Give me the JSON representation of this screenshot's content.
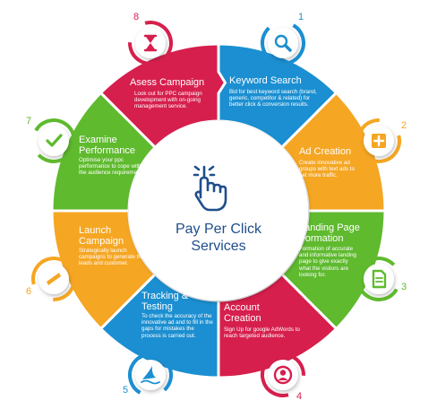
{
  "center": {
    "title_line1": "Pay Per Click",
    "title_line2": "Services",
    "icon": "hand-pointer-click-icon"
  },
  "steps": [
    {
      "number": "1",
      "title": "Keyword Search",
      "icon": "magnifier-icon",
      "description": "Bid for best keyword search (brand, generic, competitor & related) for better click & conversion results.",
      "color": "#1b8fd1"
    },
    {
      "number": "2",
      "title": "Ad Creation",
      "icon": "plus-box-icon",
      "description": "Create innovative ad groups with text ads to get more traffic.",
      "color": "#f5a623"
    },
    {
      "number": "3",
      "title": "Landing Page Formation",
      "icon": "document-icon",
      "description": "Formation of accurate and informative landing page to give exactly what the visitors are looking for.",
      "color": "#5fba2e"
    },
    {
      "number": "4",
      "title": "Account Creation",
      "icon": "user-icon",
      "description": "Sign Up for google AdWords to reach targeted audience.",
      "color": "#d61f4d"
    },
    {
      "number": "5",
      "title": "Tracking & Testing",
      "icon": "shark-fin-icon",
      "description": "To check the accuracy of the innovative ad and to fill in the gaps for mistakes the process is carried out.",
      "color": "#1b8fd1"
    },
    {
      "number": "6",
      "title": "Launch Campaign",
      "icon": "compass-icon",
      "description": "Strategically launch campaigns to generate traffic, leads and customer.",
      "color": "#f5a623"
    },
    {
      "number": "7",
      "title": "Examine Performance",
      "icon": "checkmark-icon",
      "description": "Optimise your ppc performance to cope with the audience requirement.",
      "color": "#5fba2e"
    },
    {
      "number": "8",
      "title": "Asess Campaign",
      "icon": "hourglass-icon",
      "description": "Look out for PPC campaign development with on-going management service.",
      "color": "#d61f4d"
    }
  ]
}
